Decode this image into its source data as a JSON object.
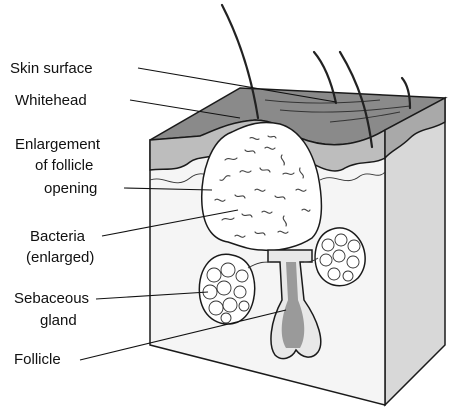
{
  "labels": {
    "skin_surface": "Skin surface",
    "whitehead": "Whitehead",
    "enlargement_line1": "Enlargement",
    "enlargement_line2": "of follicle",
    "enlargement_line3": "opening",
    "bacteria_line1": "Bacteria",
    "bacteria_line2": "(enlarged)",
    "sebaceous_line1": "Sebaceous",
    "sebaceous_line2": "gland",
    "follicle": "Follicle"
  },
  "colors": {
    "skin_top": "#8a8a8a",
    "skin_front": "#f4f4f4",
    "skin_side": "#d8d8d8",
    "epidermis_band": "#bdbdbd",
    "follicle_shaft": "#9a9a9a",
    "ink": "#111111"
  }
}
